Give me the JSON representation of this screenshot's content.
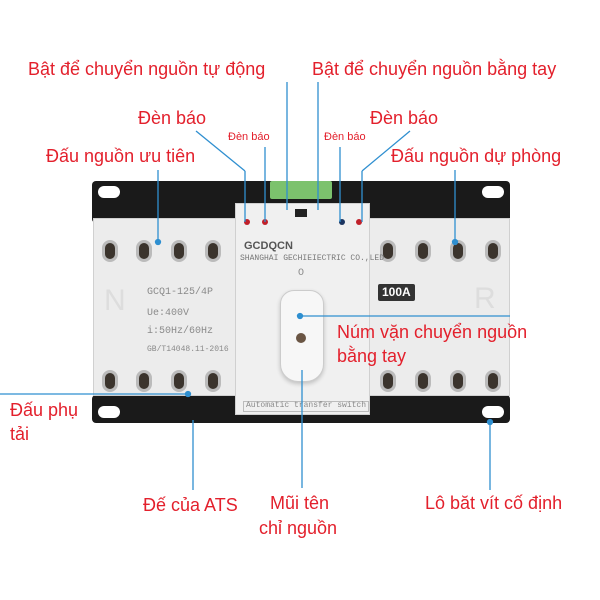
{
  "labels": {
    "auto_switch": "Bật để chuyển nguồn tự động",
    "manual_switch": "Bật để chuyển nguồn bằng tay",
    "indicator_left_large": "Đèn báo",
    "indicator_left_small": "Đèn báo",
    "indicator_right_small": "Đèn báo",
    "indicator_right_large": "Đèn báo",
    "priority_source": "Đấu nguồn ưu tiên",
    "backup_source": "Đấu nguồn dự phòng",
    "knob_line1": "Núm vặn chuyển nguồn",
    "knob_line2": "bằng tay",
    "load_line1": "Đấu phụ",
    "load_line2": "tải",
    "base": "Đế của ATS",
    "arrow_line1": "Mũi tên",
    "arrow_line2": "chỉ nguồn",
    "mount_holes": "Lô băt vít cố định"
  },
  "device": {
    "brand": "GCDQCN",
    "maker": "SHANGHAI GECHIEIECTRIC CO.,LED",
    "model": "GCQ1-125/4P",
    "voltage": "Ue:400V",
    "frequency": "i:50Hz/60Hz",
    "standard": "GB/T14048.11-2016",
    "rating": "100A",
    "left_letter": "N",
    "right_letter": "R",
    "off_mark": "O",
    "footer": "Automatic transfer switch"
  },
  "colors": {
    "label": "#e3202c",
    "leader": "#2f8fd0"
  }
}
